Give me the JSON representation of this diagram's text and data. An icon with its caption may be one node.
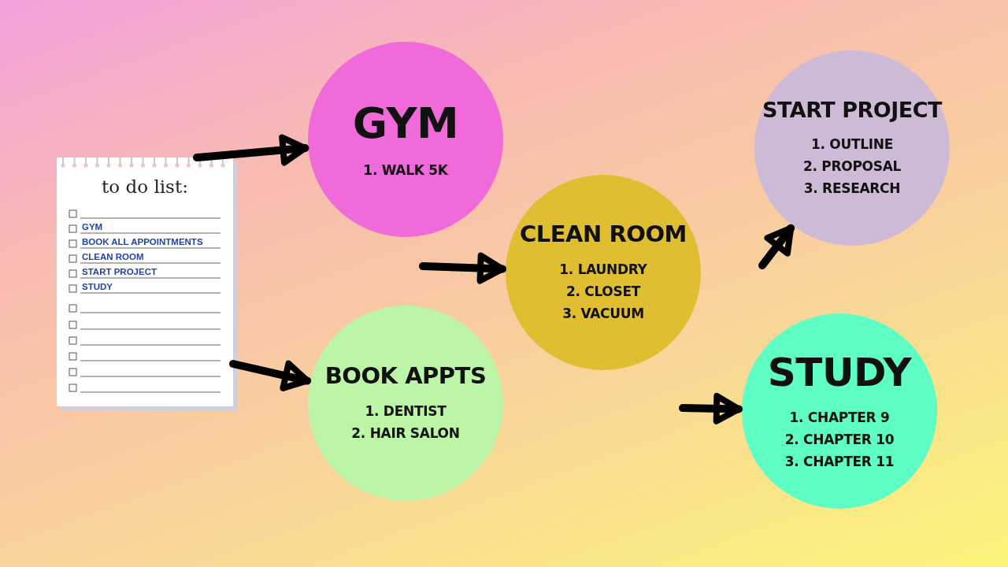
{
  "diagram": {
    "nodes": [
      {
        "text": [
          "to do list:",
          "GYM",
          "BOOK ALL APPOINTMENTS",
          "CLEAN ROOM",
          "START PROJECT",
          "STUDY"
        ]
      },
      {
        "text": [
          "GYM",
          "1. WALK 5K"
        ]
      },
      {
        "text": [
          "BOOK APPTS",
          "1. DENTIST",
          "2. HAIR SALON"
        ]
      },
      {
        "text": [
          "CLEAN ROOM",
          "1. LAUNDRY",
          "2. CLOSET",
          "3. VACUUM"
        ]
      },
      {
        "text": [
          "START PROJECT",
          "1. OUTLINE",
          "2. PROPOSAL",
          "3. RESEARCH"
        ]
      },
      {
        "text": [
          "STUDY",
          "1. CHAPTER 9",
          "2. CHAPTER 10",
          "3. CHAPTER 11"
        ]
      }
    ],
    "edges": [
      {
        "from": 0,
        "to": 1,
        "arrow": "to"
      },
      {
        "from": 0,
        "to": 2,
        "arrow": "to"
      },
      {
        "from": null,
        "to": 3,
        "arrow": "to"
      },
      {
        "from": null,
        "to": 4,
        "arrow": "to"
      },
      {
        "from": null,
        "to": 5,
        "arrow": "to"
      }
    ]
  }
}
